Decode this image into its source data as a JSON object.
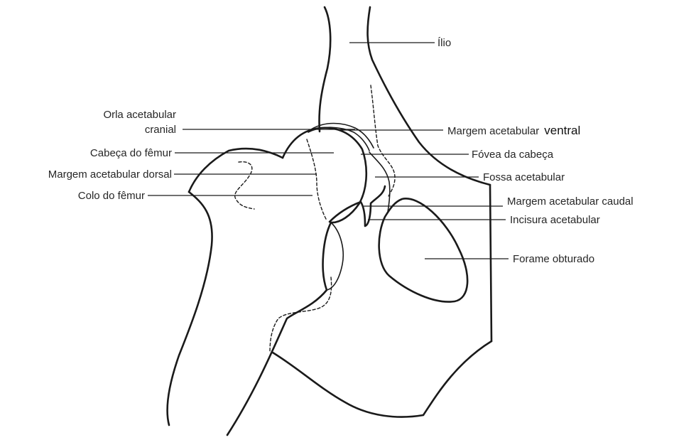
{
  "labels": {
    "ilio": "Ílio",
    "orla_line1": "Orla acetabular",
    "orla_line2": "cranial",
    "margem_ventral_prefix": "Margem acetabular",
    "margem_ventral_suffix": "ventral",
    "cabeca_femur": "Cabeça do fêmur",
    "fovea_cabeca": "Fóvea da cabeça",
    "margem_dorsal": "Margem acetabular dorsal",
    "fossa_acetabular": "Fossa acetabular",
    "colo_femur": "Colo do fêmur",
    "margem_caudal": "Margem acetabular caudal",
    "incisura": "Incisura acetabular",
    "forame": "Forame obturado"
  }
}
